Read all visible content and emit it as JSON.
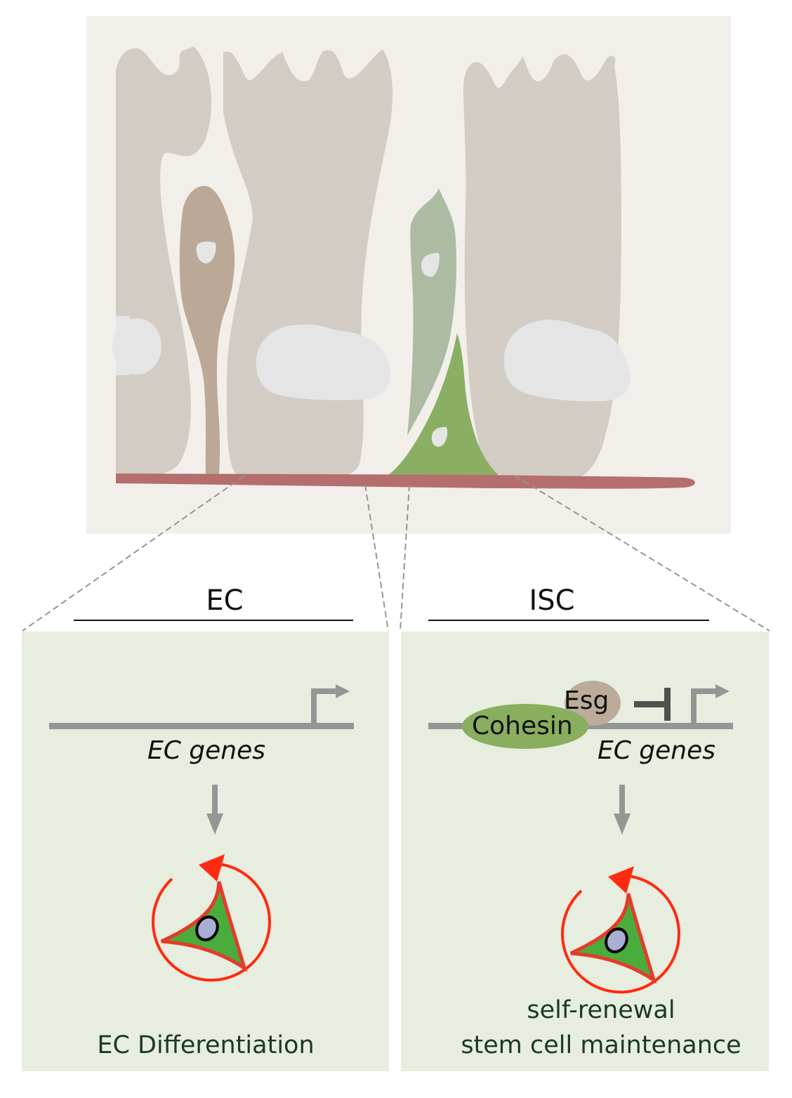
{
  "colors": {
    "tissue_bg": "#f2efea",
    "enterocyte": "#d3ccc4",
    "nucleus": "#e5e5e5",
    "ee_cell": "#bba896",
    "eb_cell": "#adbba2",
    "isc_cell": "#8aaf62",
    "basement_membrane": "#b46e6e",
    "panel_bg": "#e7eddf",
    "dna_line": "#959595",
    "inhibit_bar": "#505050",
    "cohesin": "#88ae5e",
    "esg": "#bcab98",
    "cycle_arrow": "#ff2a10",
    "cell_green": "#4aac3c",
    "cell_nucleus": "#a9aed3",
    "outcome_text": "#1b3a22"
  },
  "top_schematic": {
    "icons": [
      "enterocyte-cell",
      "enteroendocrine-cell",
      "enteroblast-cell",
      "intestinal-stem-cell",
      "basement-membrane"
    ]
  },
  "panels": {
    "left": {
      "header": "EC",
      "gene_label": "EC genes",
      "outcome": "EC Differentiation"
    },
    "right": {
      "header": "ISC",
      "cohesin_label": "Cohesin",
      "esg_label": "Esg",
      "gene_label": "EC genes",
      "outcome_line1": "self-renewal",
      "outcome_line2": "stem cell maintenance"
    }
  }
}
